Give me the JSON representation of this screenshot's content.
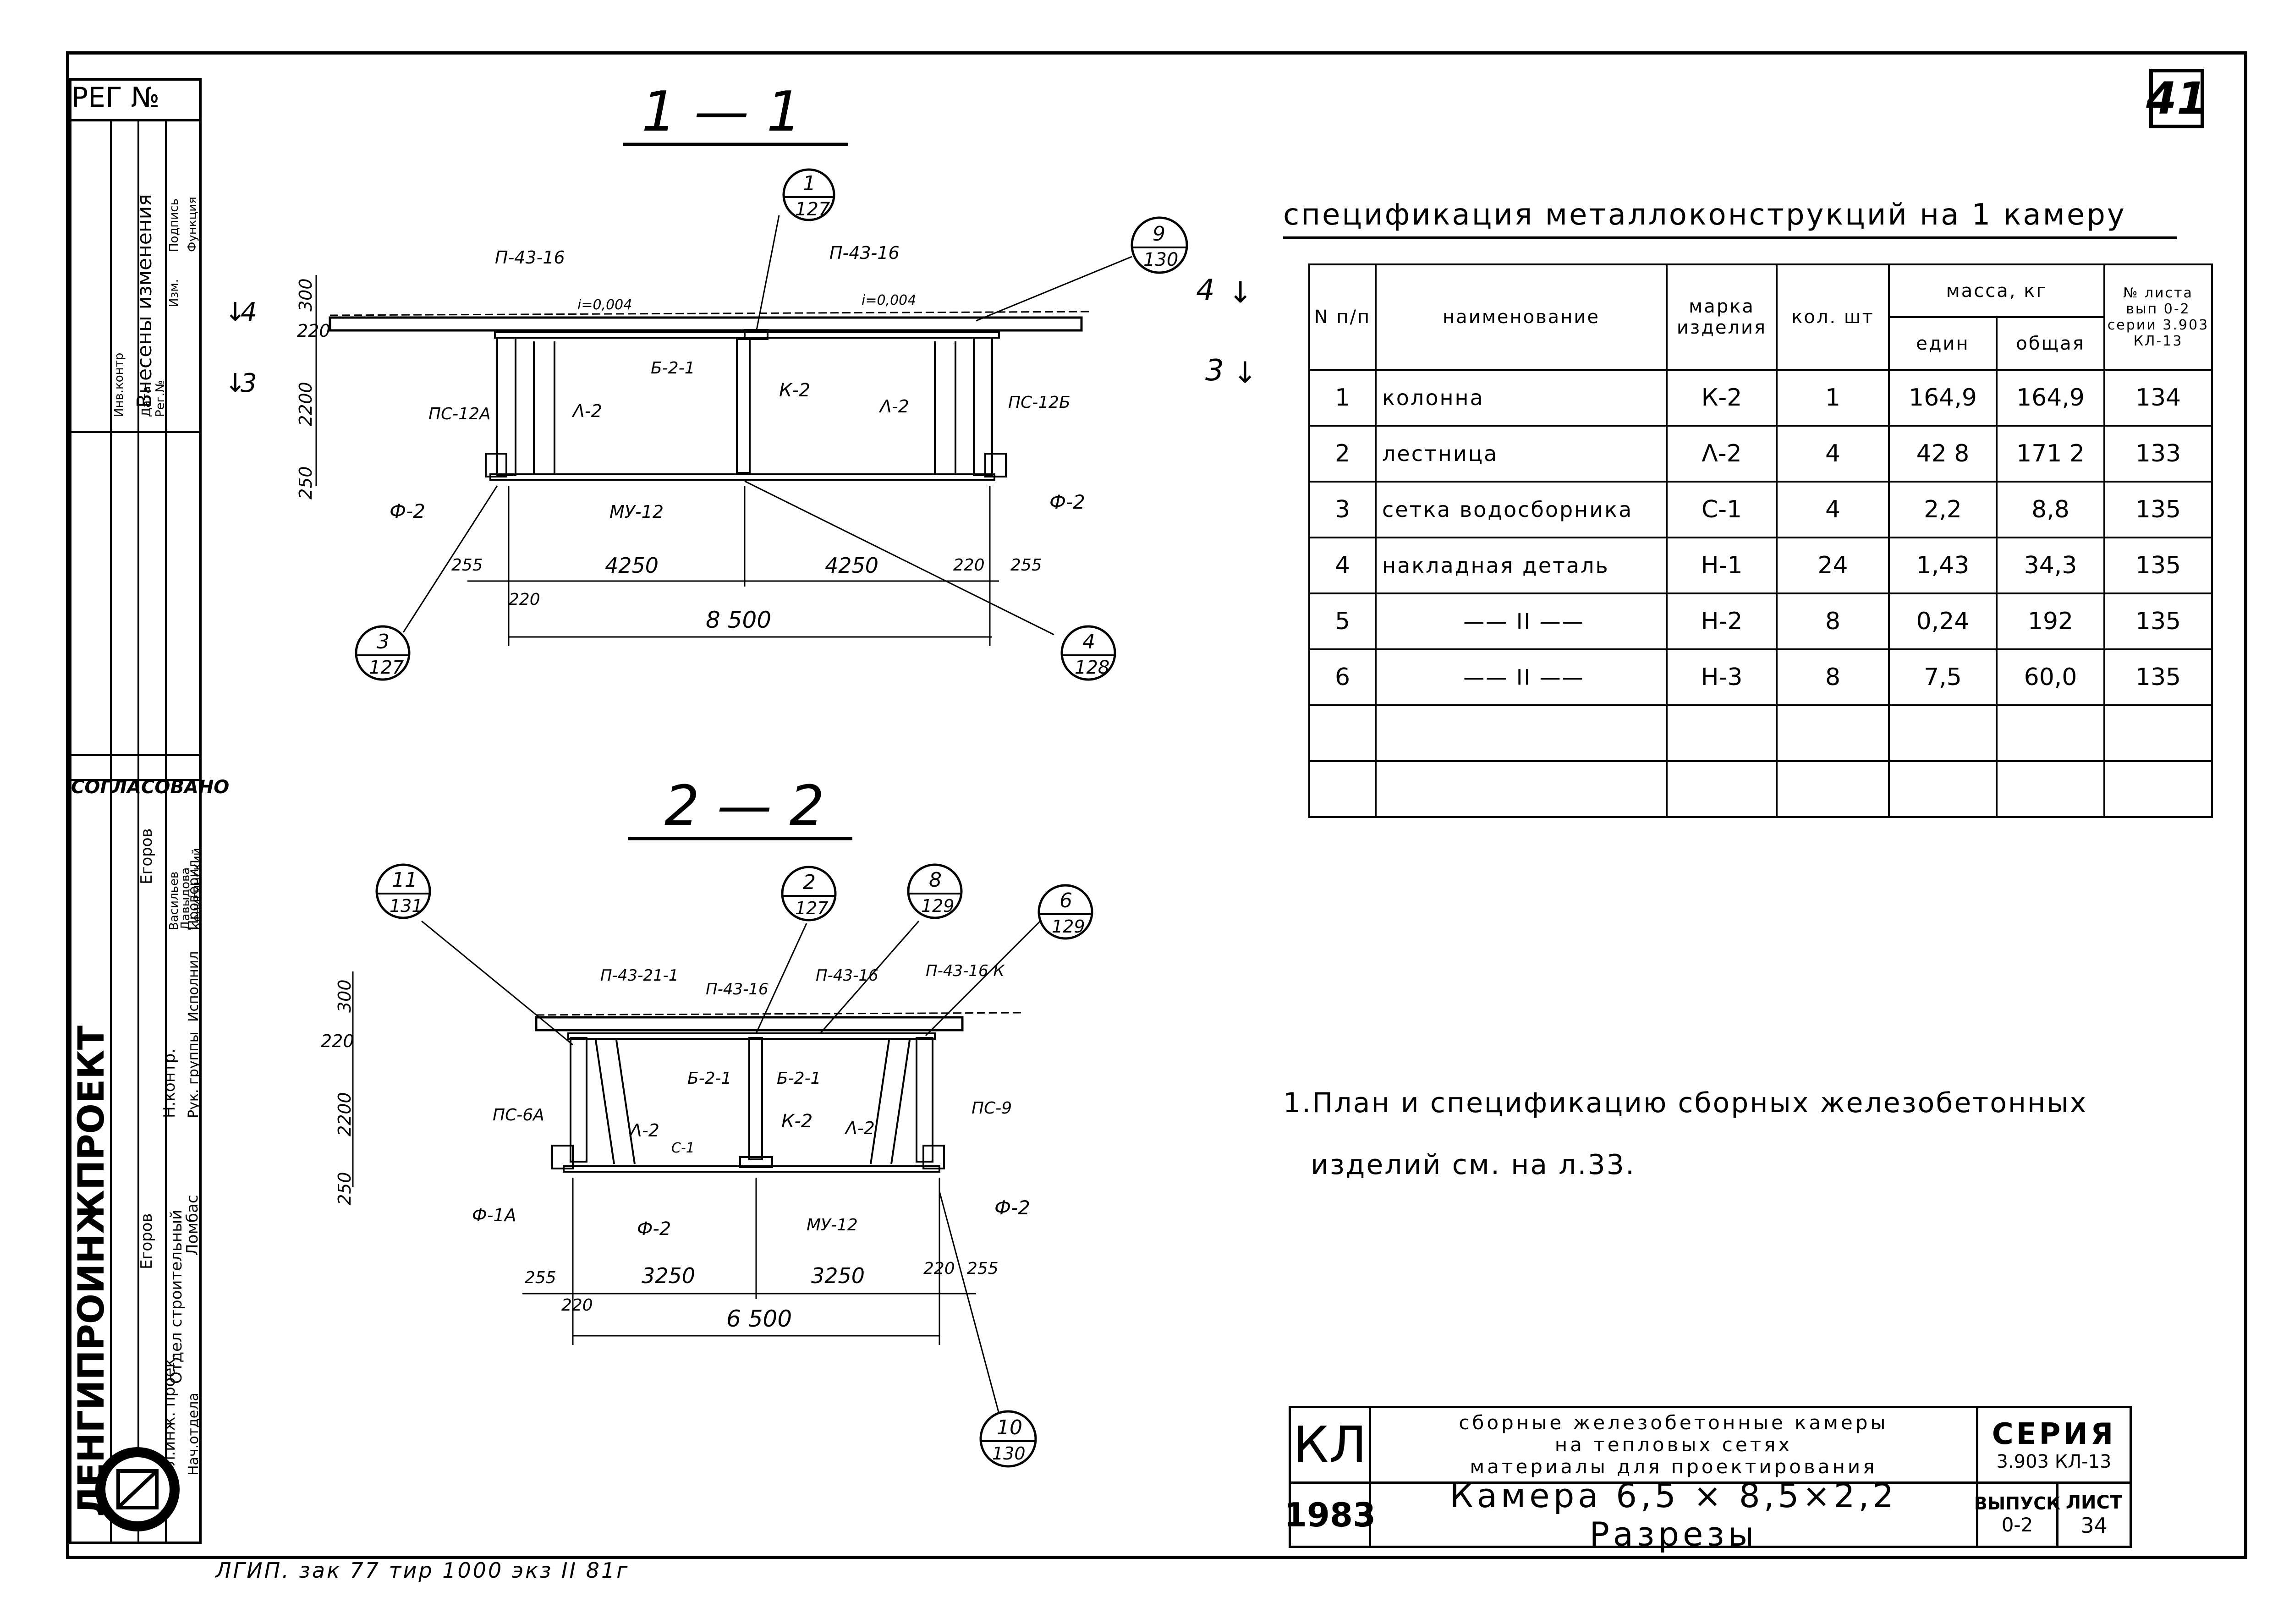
{
  "sheet_number": "41",
  "reg_label": "РЕГ №",
  "sections": {
    "section_1": {
      "title": "1 — 1",
      "top_labels": [
        "П-43-16",
        "П-43-16"
      ],
      "slope_labels": [
        "i=0,004",
        "i=0,004"
      ],
      "beam_label": "Б-2-1",
      "column_label": "К-2",
      "ladder_labels": [
        "Λ-2",
        "Λ-2"
      ],
      "panel_labels": [
        "ПС-12А",
        "ПС-12Б"
      ],
      "foundation_labels": [
        "Ф-2",
        "Ф-2"
      ],
      "bottom_plate_label": "МУ-12",
      "vertical_dims": [
        "300",
        "220",
        "2200",
        "250"
      ],
      "horizontal_dims": [
        "255",
        "220",
        "4250",
        "4250",
        "220",
        "255"
      ],
      "total_dim": "8 500",
      "callouts": [
        {
          "num": "1",
          "sheet": "127"
        },
        {
          "num": "9",
          "sheet": "130"
        },
        {
          "num": "3",
          "sheet": "127"
        },
        {
          "num": "4",
          "sheet": "128"
        }
      ],
      "section_markers": [
        {
          "num": "4",
          "dir": "↓"
        },
        {
          "num": "3",
          "dir": "↓"
        }
      ]
    },
    "section_2": {
      "title": "2 — 2",
      "top_labels": [
        "П-43-21-1",
        "П-43-16",
        "П-43-16",
        "П-43-16 К"
      ],
      "beam_labels": [
        "Б-2-1",
        "Б-2-1"
      ],
      "column_label": "К-2",
      "ladder_labels": [
        "Λ-2",
        "Λ-2"
      ],
      "grate_label": "С-1",
      "panel_labels": [
        "ПС-6А",
        "ПС-9"
      ],
      "foundation_labels": [
        "Ф-1А",
        "Ф-2",
        "Ф-2"
      ],
      "bottom_plate_label": "МУ-12",
      "vertical_dims": [
        "300",
        "220",
        "2200",
        "250"
      ],
      "horizontal_dims": [
        "255",
        "220",
        "3250",
        "3250",
        "220",
        "255"
      ],
      "total_dim": "6 500",
      "callouts": [
        {
          "num": "11",
          "sheet": "131"
        },
        {
          "num": "2",
          "sheet": "127"
        },
        {
          "num": "8",
          "sheet": "129"
        },
        {
          "num": "6",
          "sheet": "129"
        },
        {
          "num": "10",
          "sheet": "130"
        }
      ]
    }
  },
  "spec": {
    "title": "спецификация металлоконструкций на 1 камеру",
    "headers": {
      "num": "N п/п",
      "name": "наименование",
      "mark": "марка изделия",
      "qty": "кол. шт",
      "mass": "масса, кг",
      "mass_unit": "един",
      "mass_total": "общая",
      "sheet_ref": "№ листа вып 0-2 серии 3.903 КЛ-13"
    },
    "rows": [
      {
        "n": "1",
        "name": "колонна",
        "mark": "К-2",
        "qty": "1",
        "unit": "164,9",
        "total": "164,9",
        "sheet": "134"
      },
      {
        "n": "2",
        "name": "лестница",
        "mark": "Λ-2",
        "qty": "4",
        "unit": "42 8",
        "total": "171 2",
        "sheet": "133"
      },
      {
        "n": "3",
        "name": "сетка водосборника",
        "mark": "С-1",
        "qty": "4",
        "unit": "2,2",
        "total": "8,8",
        "sheet": "135"
      },
      {
        "n": "4",
        "name": "накладная деталь",
        "mark": "Н-1",
        "qty": "24",
        "unit": "1,43",
        "total": "34,3",
        "sheet": "135"
      },
      {
        "n": "5",
        "name": "—— II ——",
        "mark": "Н-2",
        "qty": "8",
        "unit": "0,24",
        "total": "192",
        "sheet": "135"
      },
      {
        "n": "6",
        "name": "—— II ——",
        "mark": "Н-3",
        "qty": "8",
        "unit": "7,5",
        "total": "60,0",
        "sheet": "135"
      },
      {
        "n": "",
        "name": "",
        "mark": "",
        "qty": "",
        "unit": "",
        "total": "",
        "sheet": ""
      },
      {
        "n": "",
        "name": "",
        "mark": "",
        "qty": "",
        "unit": "",
        "total": "",
        "sheet": ""
      }
    ]
  },
  "note": {
    "line1": "1.План и спецификацию сборных железобетонных",
    "line2": "изделий см. на л.33."
  },
  "title_block": {
    "code": "КЛ",
    "year": "1983",
    "desc_line1": "сборные железобетонные камеры",
    "desc_line2": "на тепловых сетях",
    "desc_line3": "материалы для проектирования",
    "series_label": "СЕРИЯ",
    "series_value": "3.903 КЛ-13",
    "sheet_title": "Камера 6,5 × 8,5×2,2 Разрезы",
    "issue_label": "ВЫПУСК",
    "issue_value": "0-2",
    "sheet_label": "ЛИСТ",
    "sheet_value": "34"
  },
  "left_strip": {
    "org_name": "ЛЕНГИПРОИНЖПРОЕКТ",
    "agreed": "СОГЛАСОВАНО",
    "changes_title": "Внесены изменения",
    "changes_cols": [
      "Инв.контр",
      "Дата",
      "Рег.№",
      "Изм.",
      "Подпись",
      "Функция"
    ],
    "roles": [
      "Гл.инж. проек.",
      "Н.контр.",
      "Рук. группы",
      "Исполнил",
      "Проверил",
      "Нач.отдела",
      "Отдел строительный"
    ],
    "names": [
      "Егоров",
      "Васильев",
      "Давыдова",
      "Кенигинский",
      "Ломбас"
    ]
  },
  "bottom_note": "ЛГИП. зак 77 тир 1000 экз II 81г"
}
